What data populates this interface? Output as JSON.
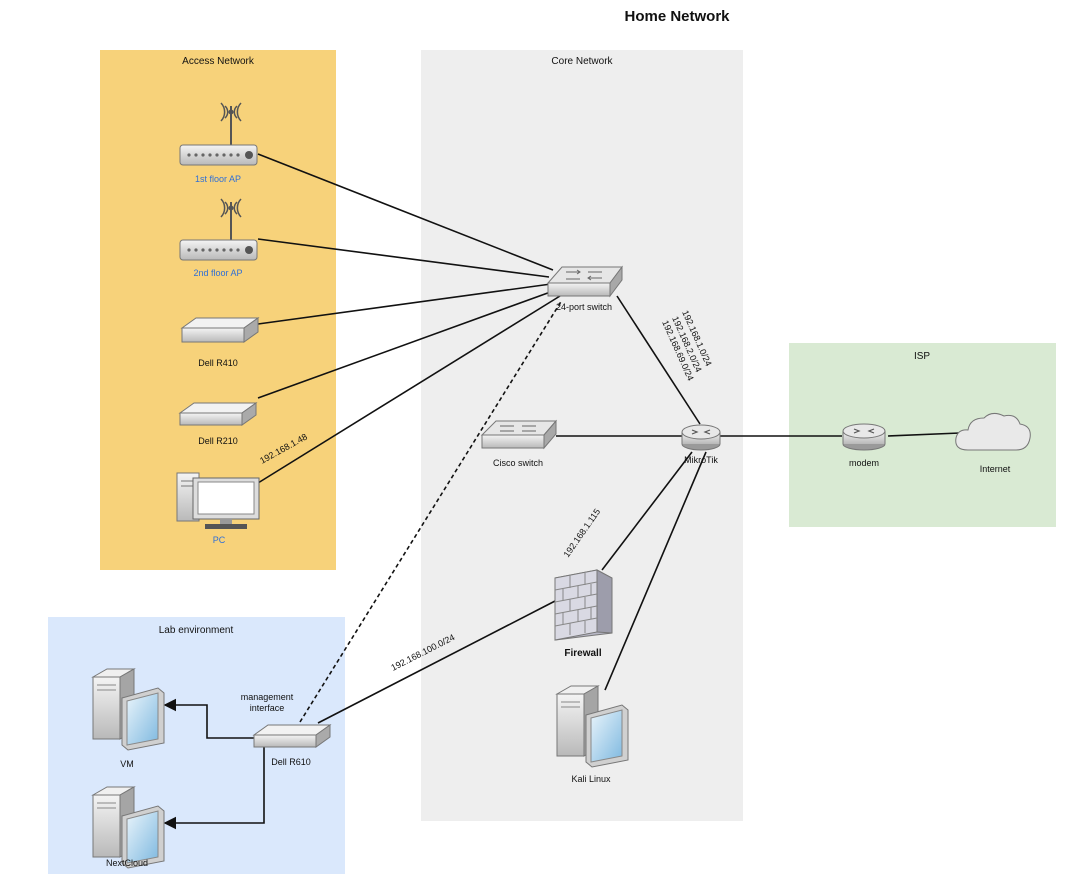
{
  "title": "Home Network",
  "zones": {
    "access": "Access Network",
    "core": "Core Network",
    "isp": "ISP",
    "lab": "Lab environment"
  },
  "devices": {
    "ap1": "1st floor AP",
    "ap2": "2nd floor AP",
    "r410": "Dell R410",
    "r210": "Dell R210",
    "pc": "PC",
    "switch24": "24-port switch",
    "cisco": "Cisco switch",
    "mikrotik": "MikroTik",
    "modem": "modem",
    "internet": "Internet",
    "firewall": "Firewall",
    "kali": "Kali Linux",
    "r610": "Dell R610",
    "mgmt_line1": "management",
    "mgmt_line2": "interface",
    "vm": "VM",
    "nextcloud": "NextCloud"
  },
  "links": {
    "subnet1": "192.168.1.0/24",
    "subnet2": "192.168.2.0/24",
    "subnet3": "192.168.69.0/24",
    "pc_ip": "192.168.1.48",
    "fw_ip": "192.168.1.115",
    "lab_subnet": "192.168.100.0/24"
  },
  "colors": {
    "access_zone": "#f7d27a",
    "core_zone": "#eeeeee",
    "isp_zone": "#d9ead3",
    "lab_zone": "#dae8fc",
    "label_blue": "#2f6fd6"
  }
}
